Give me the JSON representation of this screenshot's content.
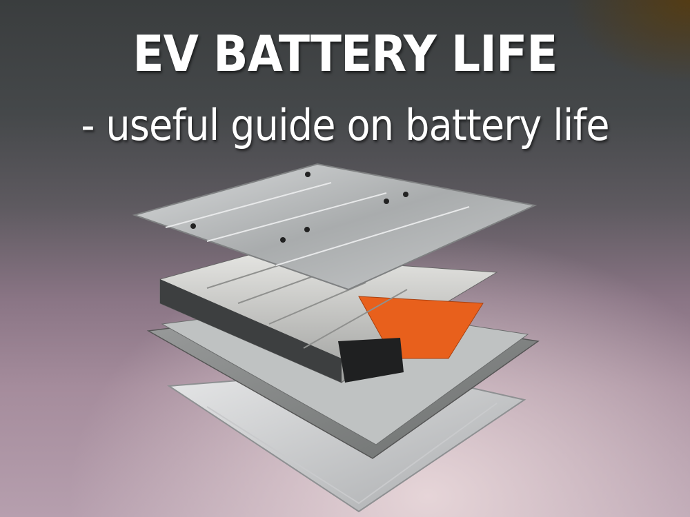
{
  "image": {
    "title": "EV BATTERY LIFE",
    "subtitle": "- useful guide on battery life",
    "illustration": "exploded-ev-battery-pack",
    "colors": {
      "module_accent": "#e8601c",
      "cover": "#b9bcbd",
      "background_top": "#3a3d3e",
      "background_bottom": "#b69fae"
    }
  }
}
